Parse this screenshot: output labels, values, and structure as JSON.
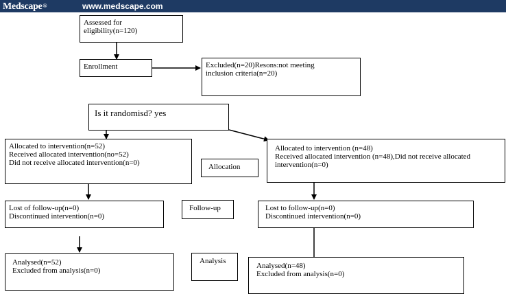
{
  "header": {
    "brand": "Medscape",
    "brand_mark": "®",
    "site": "www.medscape.com",
    "bar_color": "#1e3a63"
  },
  "flow": {
    "assessed": [
      "Assessed for",
      "eligibility(n=120)"
    ],
    "enrollment": [
      "Enrollment"
    ],
    "excluded": [
      "Excluded(n=20)Resons:not meeting",
      "inclusion criteria(n=20)"
    ],
    "randomised": [
      "Is it randomisd? yes"
    ],
    "alloc_left": [
      "Allocated to intervention(n=52)",
      "Received allocated intervention(no=52)",
      "Did not receive allocated intervention(n=0)"
    ],
    "alloc_label": [
      "Allocation"
    ],
    "alloc_right": [
      "Allocated to intervention (n=48)",
      "Received allocated intervention (n=48),Did not receive allocated",
      "intervention(n=0)"
    ],
    "follow_left": [
      "Lost of follow-up(n=0)",
      "Discontinued intervention(n=0)"
    ],
    "follow_label": [
      "Follow-up"
    ],
    "follow_right": [
      "Lost to follow-up(n=0)",
      "Discontinued intervention(n=0)"
    ],
    "analysis_left": [
      "Analysed(n=52)",
      "Excluded from analysis(n=0)"
    ],
    "analysis_label": [
      "Analysis"
    ],
    "analysis_right": [
      "Analysed(n=48)",
      "Excluded from analysis(n=0)"
    ]
  }
}
